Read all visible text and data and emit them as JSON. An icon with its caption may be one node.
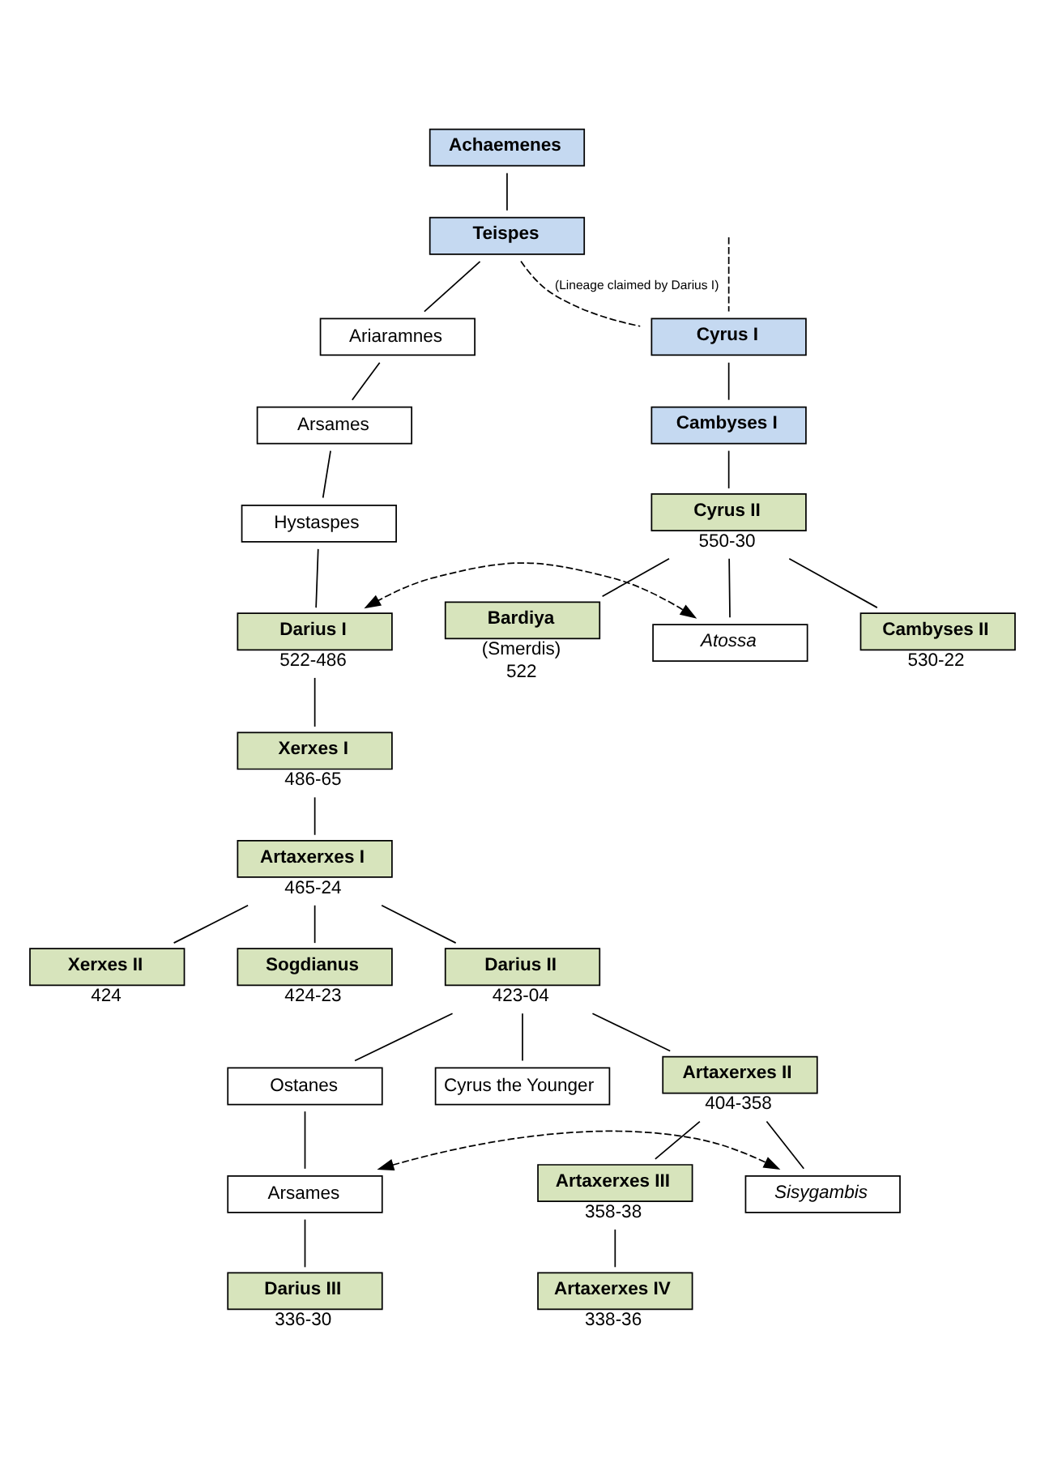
{
  "diagram": {
    "nodes": [
      {
        "text": [
          "Achaemenes"
        ]
      },
      {
        "text": [
          "Teispes"
        ]
      },
      {
        "text": [
          "Cyrus I"
        ]
      },
      {
        "text": [
          "Ariaramnes"
        ]
      },
      {
        "text": [
          "Cambyses I"
        ]
      },
      {
        "text": [
          "Arsames"
        ]
      },
      {
        "text": [
          "Cyrus II"
        ],
        "beside": [
          "550-30"
        ]
      },
      {
        "text": [
          "Hystaspes"
        ]
      },
      {
        "text": [
          "Cambyses II"
        ],
        "beside": [
          "530-22"
        ]
      },
      {
        "text": [
          "Bardiya"
        ],
        "beside": [
          "(Smerdis)",
          "522"
        ]
      },
      {
        "text": [
          "Atossa"
        ]
      },
      {
        "text": [
          "Darius I"
        ],
        "beside": [
          "522-486"
        ]
      },
      {
        "text": [
          "Xerxes I"
        ],
        "beside": [
          "486-65"
        ]
      },
      {
        "text": [
          "Artaxerxes I"
        ],
        "beside": [
          "465-24"
        ]
      },
      {
        "text": [
          "Xerxes II"
        ],
        "beside": [
          "424"
        ]
      },
      {
        "text": [
          "Sogdianus"
        ],
        "beside": [
          "424-23"
        ]
      },
      {
        "text": [
          "Darius II"
        ],
        "beside": [
          "423-04"
        ]
      },
      {
        "text": [
          "Ostanes"
        ]
      },
      {
        "text": [
          "Cyrus the Younger"
        ]
      },
      {
        "text": [
          "Artaxerxes II"
        ],
        "beside": [
          "404-358"
        ]
      },
      {
        "text": [
          "Arsames"
        ]
      },
      {
        "text": [
          "Sisygambis"
        ]
      },
      {
        "text": [
          "Artaxerxes III"
        ],
        "beside": [
          "358-38"
        ]
      },
      {
        "text": [
          "Artaxerxes IV"
        ],
        "beside": [
          "338-36"
        ]
      },
      {
        "text": [
          "Darius III"
        ],
        "beside": [
          "336-30"
        ]
      }
    ],
    "edges": [
      {
        "from": 0,
        "to": 1,
        "arrow": "none"
      },
      {
        "from": null,
        "to": 2,
        "arrow": "none",
        "style": "dashed"
      },
      {
        "from": 1,
        "to": 2,
        "arrow": "none",
        "style": "dashed",
        "label": "(Lineage claimed by Darius I)"
      },
      {
        "from": 1,
        "to": 3,
        "arrow": "none"
      },
      {
        "from": 2,
        "to": 4,
        "arrow": "none"
      },
      {
        "from": 3,
        "to": 5,
        "arrow": "none"
      },
      {
        "from": 4,
        "to": 6,
        "arrow": "none"
      },
      {
        "from": 5,
        "to": 7,
        "arrow": "none"
      },
      {
        "from": 6,
        "to": 8,
        "arrow": "none"
      },
      {
        "from": 6,
        "to": 9,
        "arrow": "none"
      },
      {
        "from": 6,
        "to": 10,
        "arrow": "none"
      },
      {
        "from": 7,
        "to": 11,
        "arrow": "none"
      },
      {
        "from": 10,
        "to": 11,
        "arrow": "both",
        "style": "dashed"
      },
      {
        "from": 11,
        "to": 12,
        "arrow": "none"
      },
      {
        "from": 12,
        "to": 13,
        "arrow": "none"
      },
      {
        "from": 13,
        "to": 14,
        "arrow": "none"
      },
      {
        "from": 13,
        "to": 15,
        "arrow": "none"
      },
      {
        "from": 13,
        "to": 16,
        "arrow": "none"
      },
      {
        "from": 16,
        "to": 17,
        "arrow": "none"
      },
      {
        "from": 16,
        "to": 18,
        "arrow": "none"
      },
      {
        "from": 16,
        "to": 19,
        "arrow": "none"
      },
      {
        "from": 19,
        "to": 21,
        "arrow": "none"
      },
      {
        "from": 19,
        "to": 22,
        "arrow": "none"
      },
      {
        "from": 17,
        "to": 20,
        "arrow": "none"
      },
      {
        "from": 20,
        "to": 21,
        "arrow": "both",
        "style": "dashed"
      },
      {
        "from": 22,
        "to": 23,
        "arrow": "none"
      },
      {
        "from": 20,
        "to": 24,
        "arrow": "none"
      }
    ]
  }
}
